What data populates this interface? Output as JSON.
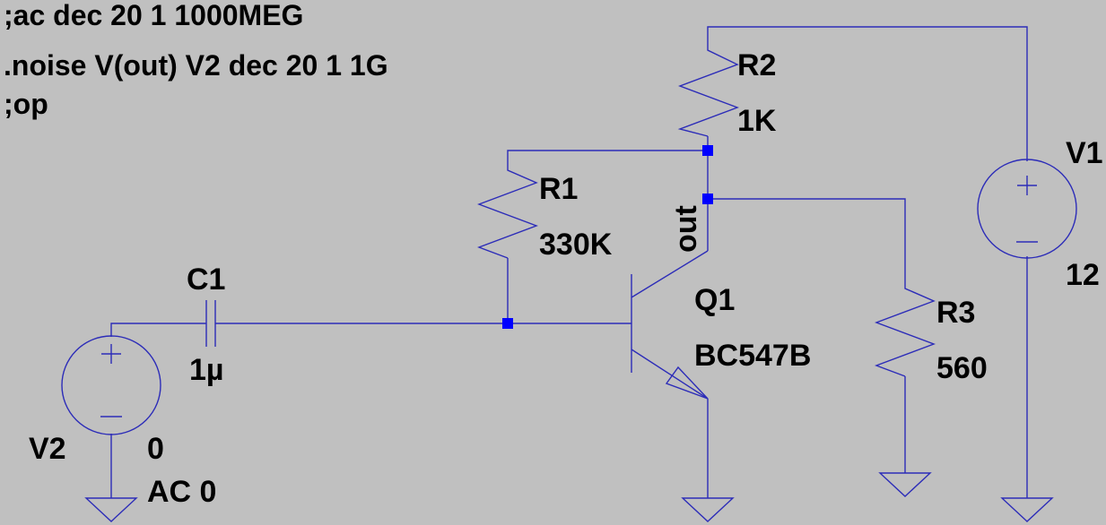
{
  "directives": [
    ";ac dec 20 1 1000MEG",
    ".noise V(out) V2 dec 20 1 1G",
    ";op"
  ],
  "components": {
    "R1": {
      "ref": "R1",
      "value": "330K"
    },
    "R2": {
      "ref": "R2",
      "value": "1K"
    },
    "R3": {
      "ref": "R3",
      "value": "560"
    },
    "C1": {
      "ref": "C1",
      "value": "1µ"
    },
    "Q1": {
      "ref": "Q1",
      "value": "BC547B"
    },
    "V1": {
      "ref": "V1",
      "value": "12"
    },
    "V2": {
      "ref": "V2",
      "value": "0",
      "ac": "AC 0"
    }
  },
  "net_labels": {
    "out": "out"
  },
  "symbols": {
    "plus": "+",
    "minus": "—"
  },
  "colors": {
    "background": "#c0c0c0",
    "wire": "#2c2cb8",
    "junction": "#0000ff",
    "text": "#000000"
  }
}
